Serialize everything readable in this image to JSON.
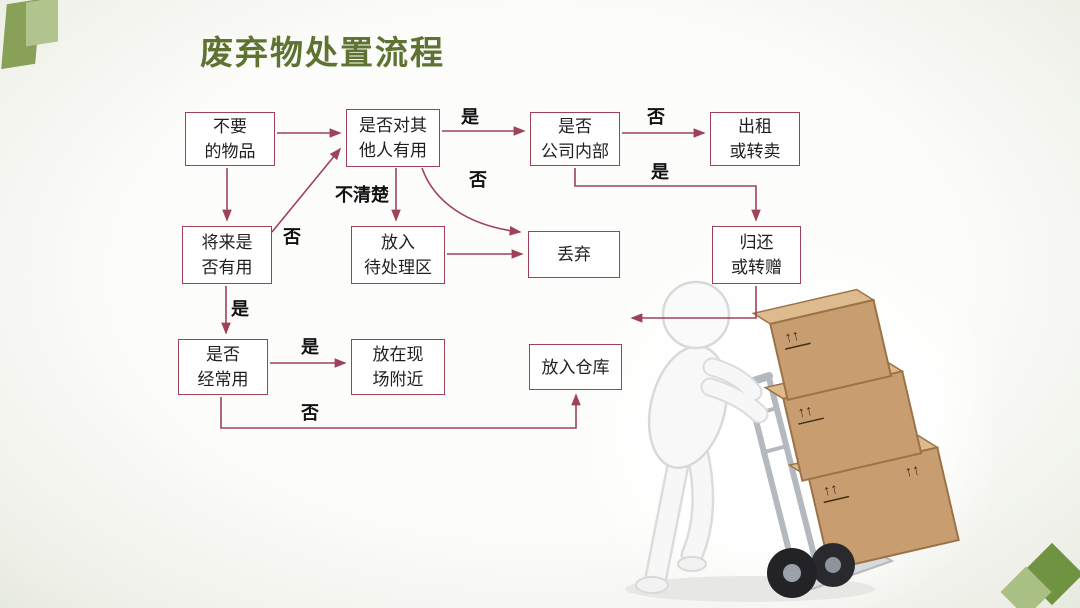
{
  "slide": {
    "title": "废弃物处置流程"
  },
  "flowchart": {
    "nodes": [
      {
        "id": "unwanted-items",
        "label": "不要\n的物品"
      },
      {
        "id": "useful-to-others",
        "label": "是否对其\n他人有用"
      },
      {
        "id": "company-internal",
        "label": "是否\n公司内部"
      },
      {
        "id": "rent-or-resell",
        "label": "出租\n或转卖"
      },
      {
        "id": "useful-in-future",
        "label": "将来是\n否有用"
      },
      {
        "id": "pending-area",
        "label": "放入\n待处理区"
      },
      {
        "id": "discard",
        "label": "丢弃"
      },
      {
        "id": "return-or-gift",
        "label": "归还\n或转赠"
      },
      {
        "id": "frequently-used",
        "label": "是否\n经常用"
      },
      {
        "id": "keep-on-site",
        "label": "放在现\n场附近"
      },
      {
        "id": "warehouse",
        "label": "放入仓库"
      }
    ],
    "edge_labels": [
      {
        "id": "yes-useful-to-others",
        "text": "是"
      },
      {
        "id": "no-company-internal",
        "text": "否"
      },
      {
        "id": "yes-company-internal",
        "text": "是"
      },
      {
        "id": "unclear",
        "text": "不清楚"
      },
      {
        "id": "no-useful-to-others",
        "text": "否"
      },
      {
        "id": "no-useful-in-future",
        "text": "否"
      },
      {
        "id": "yes-useful-in-future",
        "text": "是"
      },
      {
        "id": "yes-frequently-used",
        "text": "是"
      },
      {
        "id": "no-frequently-used",
        "text": "否"
      }
    ]
  },
  "illustration": {
    "name": "white-figure-pushing-hand-truck-with-cardboard-boxes",
    "box_marking": "↑↑"
  },
  "colors": {
    "title_green": "#5e7231",
    "box_border": "#9e4357",
    "arrow": "#9e4357",
    "accent_green_dark": "#6f9340",
    "accent_green_light": "#a9bf84",
    "carton_tan": "#c89e70"
  }
}
